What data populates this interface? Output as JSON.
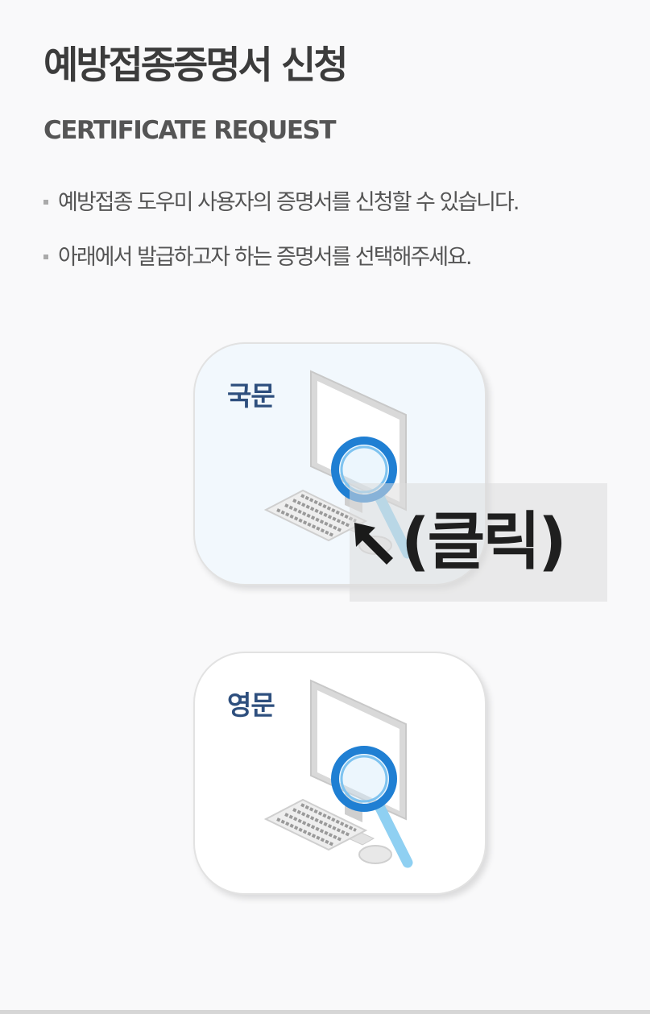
{
  "header": {
    "title": "예방접종증명서 신청",
    "subtitle": "CERTIFICATE REQUEST"
  },
  "descriptions": [
    "예방접종 도우미 사용자의 증명서를 신청할 수 있습니다.",
    "아래에서 발급하고자 하는 증명서를 선택해주세요."
  ],
  "cards": [
    {
      "label": "국문",
      "icon": "computer-search-icon"
    },
    {
      "label": "영문",
      "icon": "computer-search-icon"
    }
  ],
  "annotation": {
    "click_text": "(클릭)",
    "cursor_icon": "mouse-pointer-icon"
  },
  "colors": {
    "card_label": "#2e4f7e",
    "active_card_bg": "#f2f8fd",
    "magnifier": "#1f7fd3",
    "title": "#3c3c3c"
  }
}
